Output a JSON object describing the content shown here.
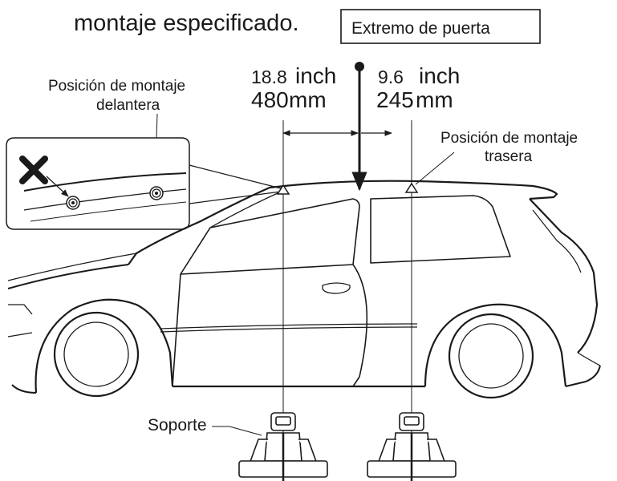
{
  "header": {
    "line": "montaje especificado."
  },
  "labels": {
    "door_end": "Extremo de puerta",
    "front_mount_line1": "Posición de montaje",
    "front_mount_line2": "delantera",
    "rear_mount_line1": "Posición de montaje",
    "rear_mount_line2": "trasera",
    "support": "Soporte"
  },
  "dimensions": {
    "front_inch_value": "18.8",
    "front_inch_unit": "inch",
    "front_mm_value": "480",
    "front_mm_unit": "mm",
    "rear_inch_value": "9.6",
    "rear_inch_unit": "inch",
    "rear_mm_value": "245",
    "rear_mm_unit": "mm"
  },
  "icons": {
    "wrong_mark": "cross-icon",
    "mount_point": "concentric-circle-icon"
  },
  "colors": {
    "line": "#1a1a1a",
    "background": "#ffffff"
  }
}
